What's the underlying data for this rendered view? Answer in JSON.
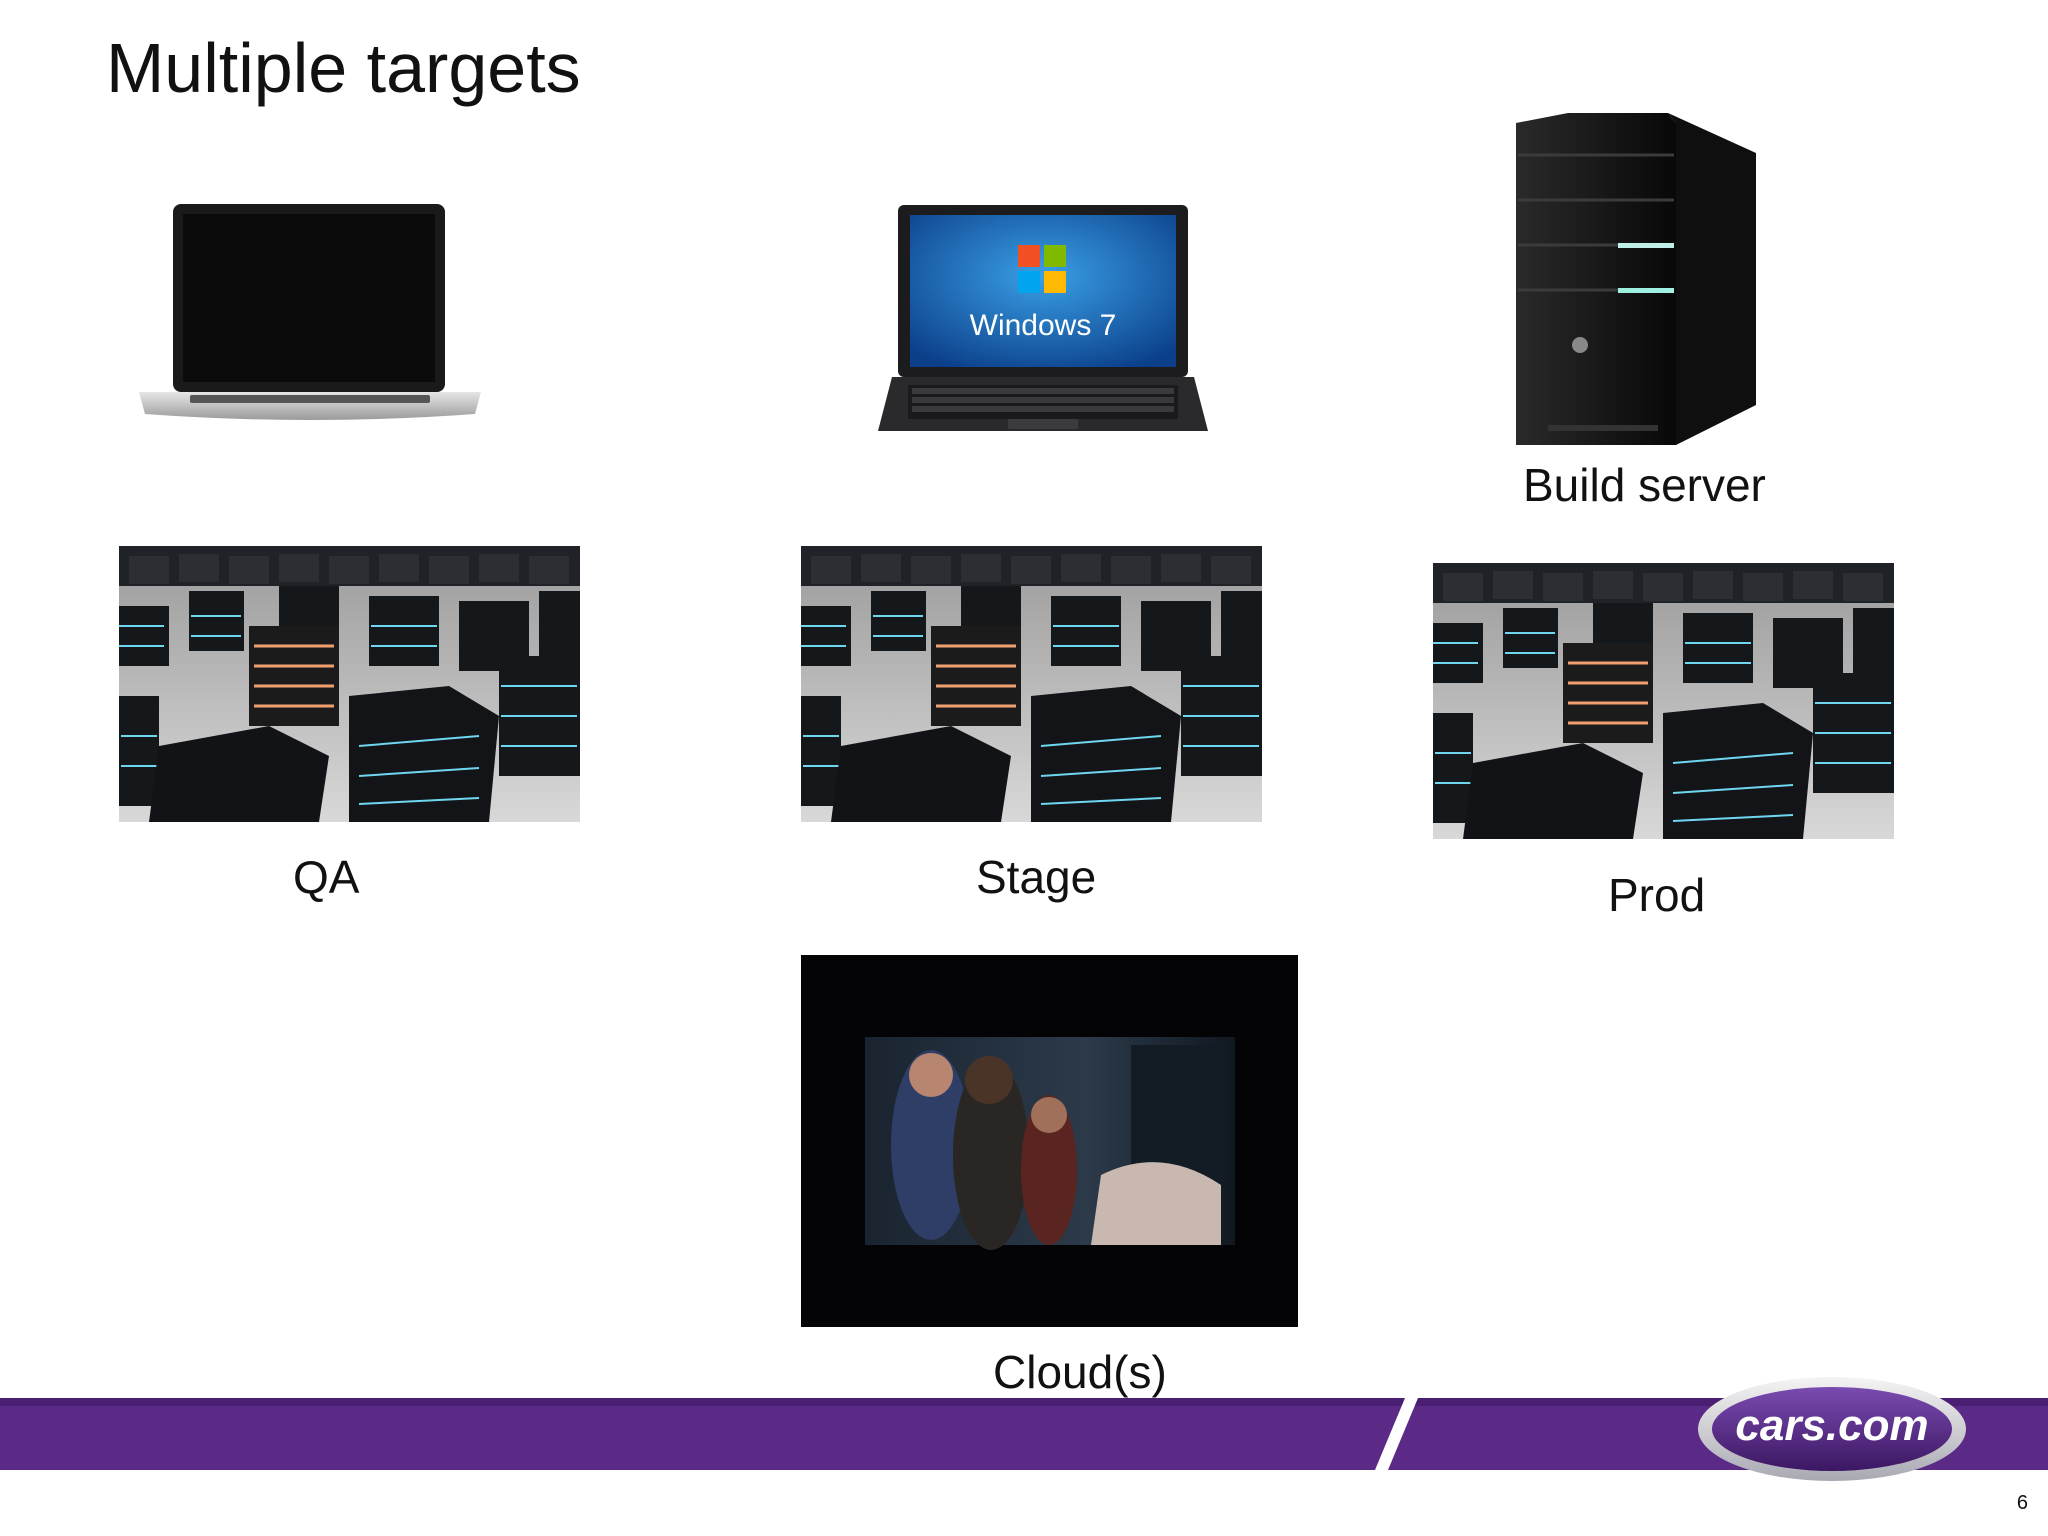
{
  "slide": {
    "title": "Multiple targets",
    "page_number": "6"
  },
  "captions": {
    "build_server": "Build server",
    "qa": "QA",
    "stage": "Stage",
    "prod": "Prod",
    "clouds": "Cloud(s)"
  },
  "laptop_screen_text": "Windows 7",
  "logo_text": "cars.com",
  "colors": {
    "brand_purple": "#5b2a86",
    "bar_dark": "#4a1f73",
    "text": "#111111"
  },
  "icons": [
    "laptop-mac-icon",
    "laptop-windows-icon",
    "tower-server-icon",
    "server-field-image",
    "video-still-image",
    "cars-com-logo"
  ]
}
